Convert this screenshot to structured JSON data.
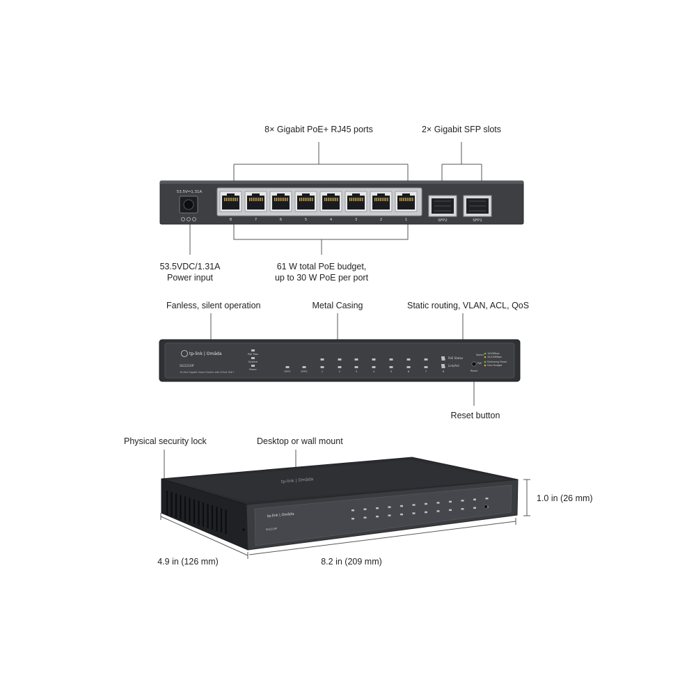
{
  "rear_view": {
    "callouts": {
      "rj45_ports": "8× Gigabit PoE+ RJ45 ports",
      "sfp_slots": "2× Gigabit SFP slots",
      "power_line1": "53.5VDC/1.31A",
      "power_line2": "Power input",
      "poe_budget_line1": "61 W total PoE budget,",
      "poe_budget_line2": "up to 30 W PoE per port"
    },
    "power_rating_print": "53.5V⎓1.31A",
    "port_numbers": [
      "8",
      "7",
      "6",
      "5",
      "4",
      "3",
      "2",
      "1"
    ],
    "sfp_labels": [
      "SFP2",
      "SFP1"
    ]
  },
  "front_view": {
    "callouts": {
      "fanless": "Fanless, silent operation",
      "metal": "Metal Casing",
      "features": "Static routing, VLAN, ACL, QoS",
      "reset": "Reset button"
    },
    "brand": "tp-link | Omāda",
    "model": "SG2210P",
    "description": "10-Port Gigabit Smart Switch with 8-Port PoE+",
    "system_leds": [
      "PoE Max",
      "System",
      "Power"
    ],
    "port_leds": [
      "SFP1",
      "SFP2",
      "1",
      "2",
      "3",
      "4",
      "5",
      "6",
      "7",
      "8"
    ],
    "mode_labels": [
      "PoE Status",
      "Link/Act"
    ],
    "legend": {
      "speed_label": "Speed",
      "speed_green": "1000Mbps",
      "speed_amber": "10/100Mbps",
      "poe_label": "PoE",
      "poe_green": "Delivering Power",
      "poe_amber": "Over Budget"
    },
    "reset_label": "Reset"
  },
  "dimension_view": {
    "callouts": {
      "lock": "Physical security lock",
      "mount": "Desktop or wall mount"
    },
    "depth": "4.9 in (126 mm)",
    "width": "8.2 in (209 mm)",
    "height": "1.0 in (26 mm)",
    "top_logo": "tp-link | Omāda",
    "brand": "tp-link | Omāda",
    "model": "SG2210P"
  },
  "colors": {
    "chassis": "#3d3f43",
    "chassis_edge": "#25272a",
    "leader": "#555555",
    "led_green": "#6fbf3a",
    "led_amber": "#e8a33a"
  }
}
